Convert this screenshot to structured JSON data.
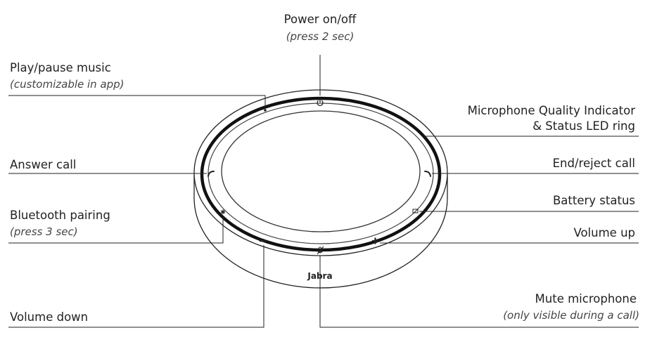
{
  "labels": {
    "power": {
      "title": "Power on/off",
      "note": "(press 2 sec)"
    },
    "play_pause": {
      "title": "Play/pause music",
      "note": "(customizable in app)"
    },
    "mic_quality": {
      "line1": "Microphone Quality Indicator",
      "line2": "& Status LED ring"
    },
    "answer": {
      "title": "Answer call"
    },
    "end_reject": {
      "title": "End/reject call"
    },
    "battery": {
      "title": "Battery status"
    },
    "bluetooth": {
      "title": "Bluetooth pairing",
      "note": "(press 3 sec)"
    },
    "volume_up": {
      "title": "Volume up"
    },
    "volume_down": {
      "title": "Volume down"
    },
    "mute": {
      "title": "Mute microphone",
      "note": "(only visible during a call)"
    }
  },
  "device": {
    "brand": "Jabra"
  },
  "colors": {
    "line": "#222222",
    "ring": "#111111",
    "body": "#ffffff"
  }
}
